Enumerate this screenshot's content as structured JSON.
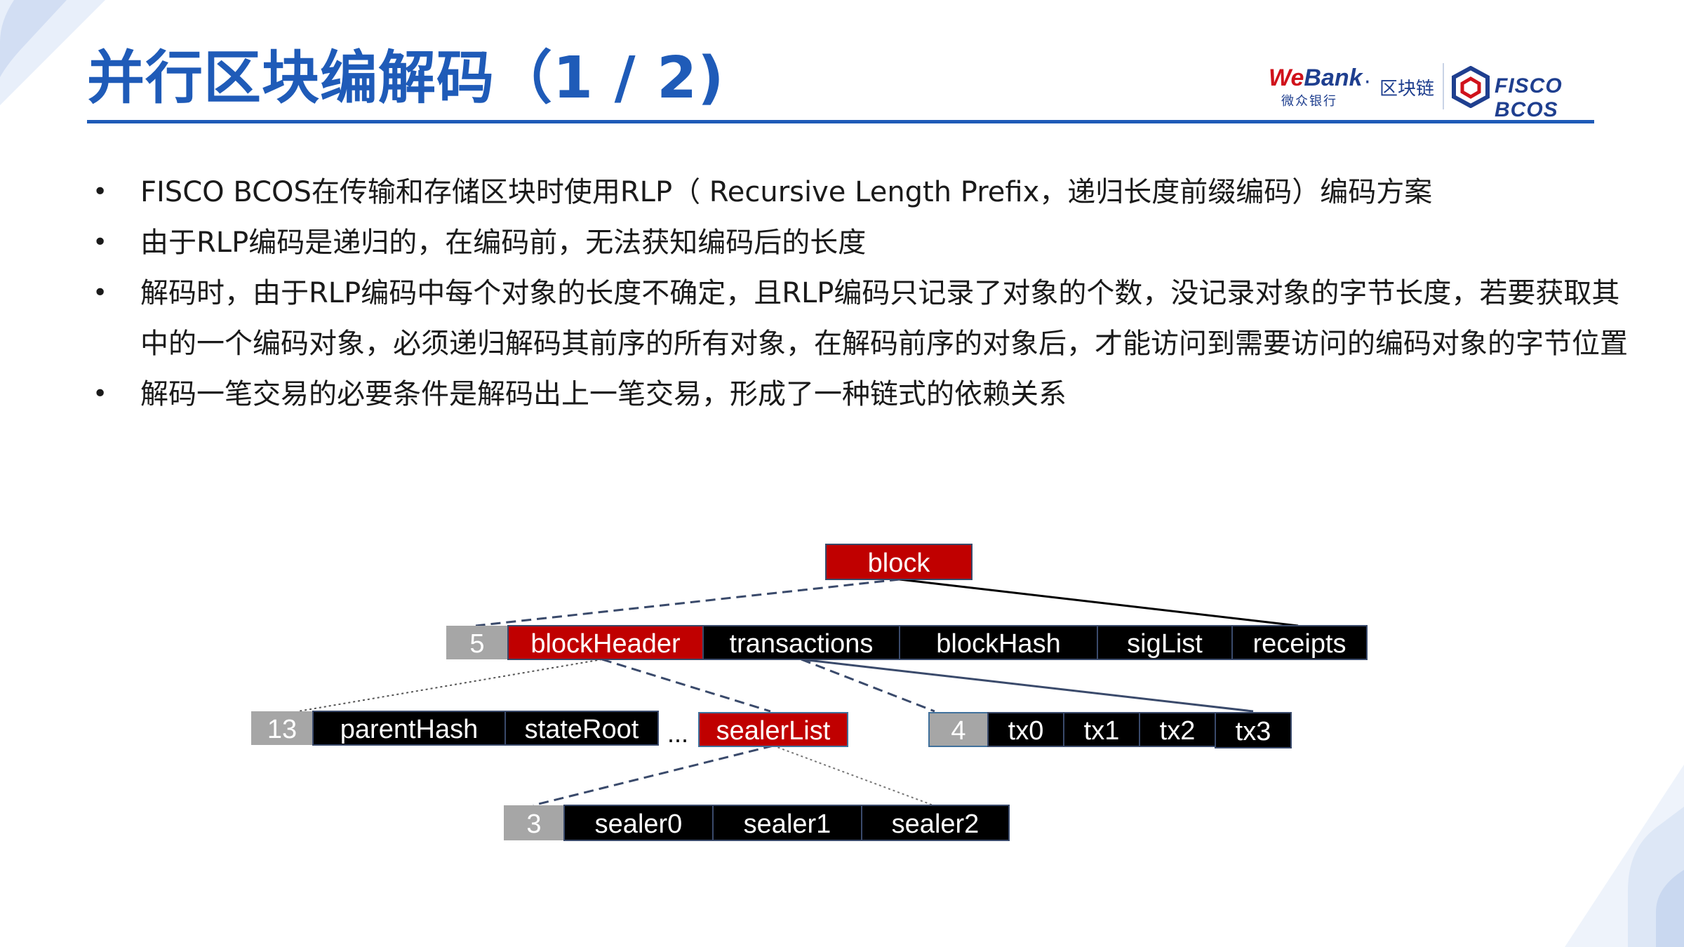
{
  "slide": {
    "title": "并行区块编解码（1 / 2)",
    "accent_color": "#1f5bb8",
    "decorations": [
      "corner-tile-top-left",
      "corner-tile-bottom-right"
    ]
  },
  "logo": {
    "webank_prefix": "We",
    "webank_suffix": "Bank",
    "webank_cn": "微众银行",
    "dot": "·",
    "chain_cn": "区块链",
    "fisco": "FISCO BCOS",
    "icon": "fisco-hexagon-icon"
  },
  "bullets": [
    "FISCO BCOS在传输和存储区块时使用RLP（ Recursive Length Prefix，递归长度前缀编码）编码方案",
    "由于RLP编码是递归的，在编码前，无法获知编码后的长度",
    "解码时，由于RLP编码中每个对象的长度不确定，且RLP编码只记录了对象的个数，没记录对象的字节长度，若要获取其中的一个编码对象，必须递归解码其前序的所有对象，在解码前序的对象后，才能访问到需要访问的编码对象的字节位置",
    "解码一笔交易的必要条件是解码出上一笔交易，形成了一种链式的依赖关系"
  ],
  "diagram": {
    "colors": {
      "count_cell": "#a6a6a6",
      "field_cell": "#000000",
      "highlight_cell": "#c00000",
      "cell_border": "#3a4a6b",
      "highlight_border": "#41719c",
      "text": "#ffffff"
    },
    "root": "block",
    "block_row": {
      "count": "5",
      "fields": [
        "blockHeader",
        "transactions",
        "blockHash",
        "sigList",
        "receipts"
      ],
      "highlighted": "blockHeader"
    },
    "header_row": {
      "count": "13",
      "fields": [
        "parentHash",
        "stateRoot"
      ],
      "ellipsis": "...",
      "highlighted_field": "sealerList"
    },
    "tx_row": {
      "count": "4",
      "fields": [
        "tx0",
        "tx1",
        "tx2",
        "tx3"
      ]
    },
    "sealer_row": {
      "count": "3",
      "fields": [
        "sealer0",
        "sealer1",
        "sealer2"
      ]
    }
  }
}
